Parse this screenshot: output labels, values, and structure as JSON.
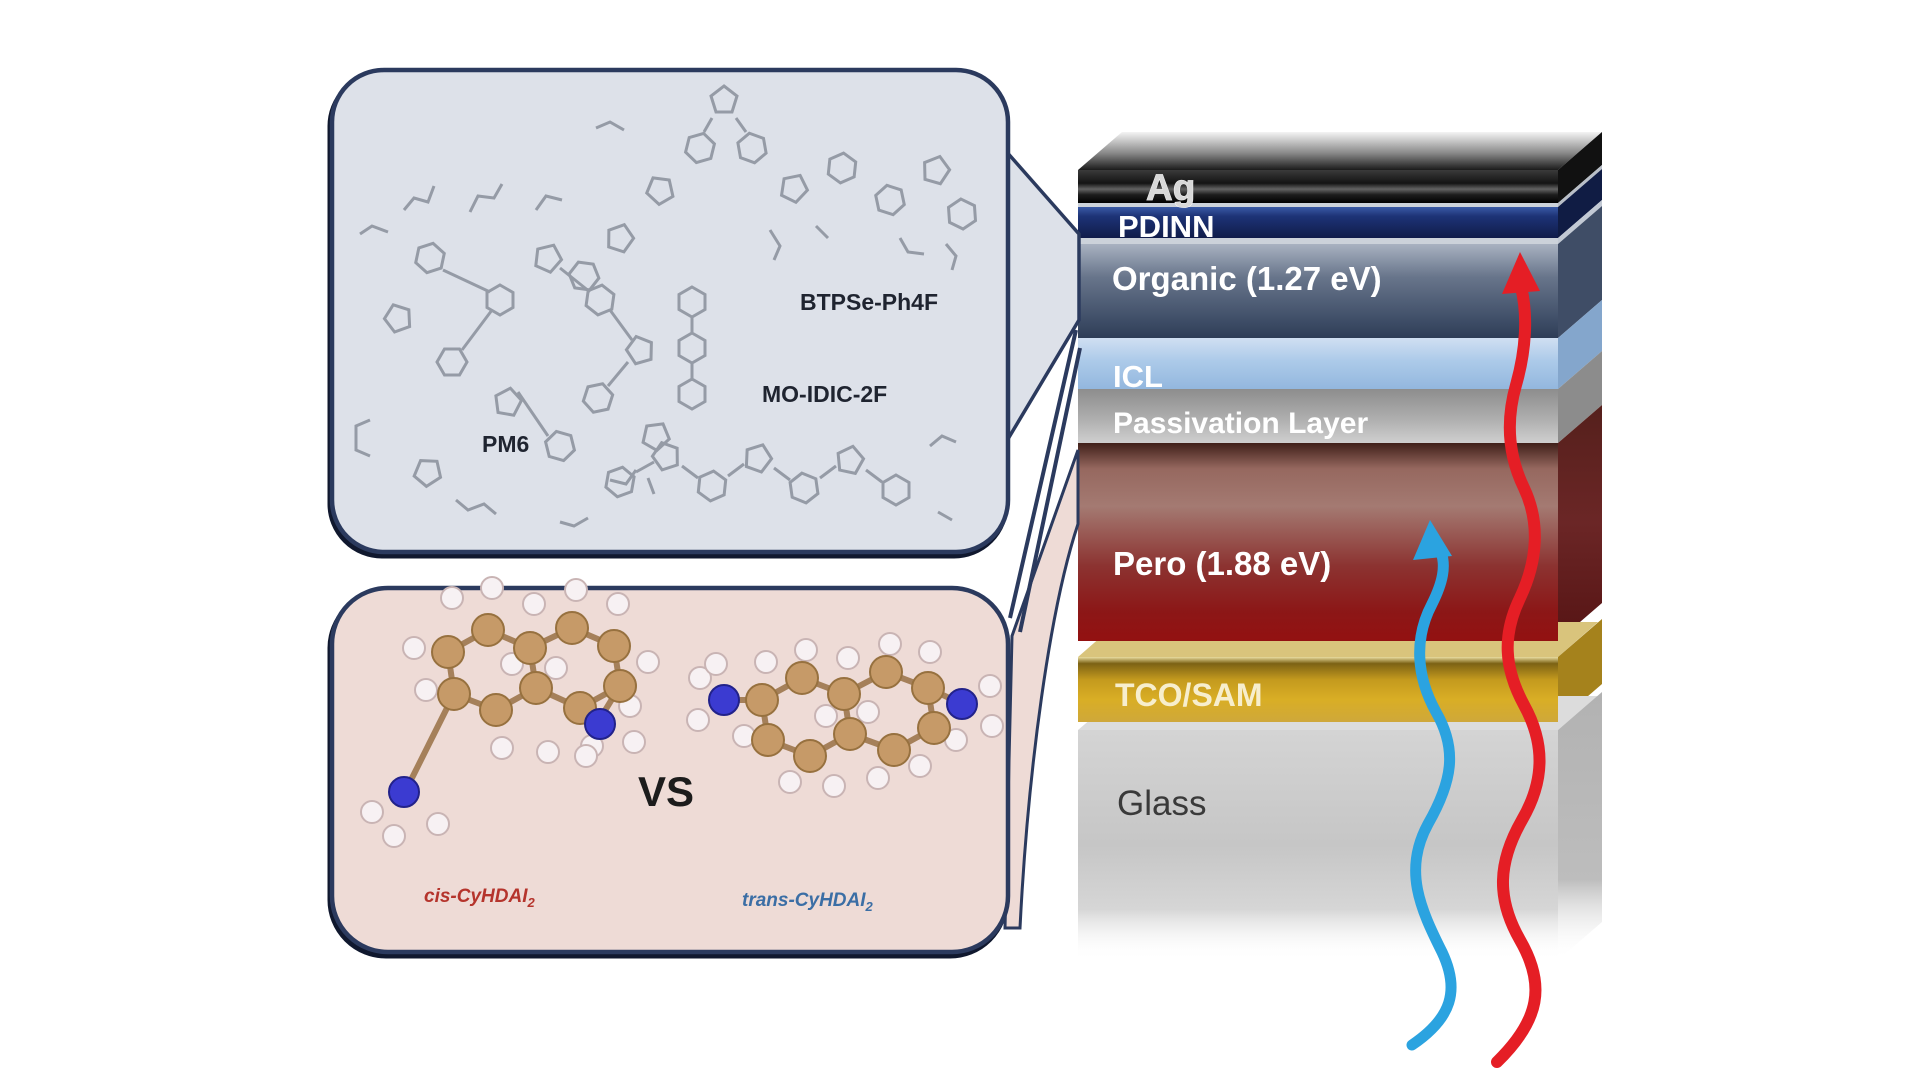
{
  "figure": {
    "type": "tandem-solar-cell-device-schematic",
    "background": "#ffffff"
  },
  "stack": {
    "layers": [
      {
        "id": "ag",
        "label": "Ag",
        "front_color": "#141414",
        "text_color": "#d8d8d8"
      },
      {
        "id": "pdinn",
        "label": "PDINN",
        "front_color": "#16275e",
        "text_color": "#ffffff"
      },
      {
        "id": "organic",
        "label": "Organic  (1.27 eV)",
        "front_color": "#3c4a61",
        "text_color": "#ffffff"
      },
      {
        "id": "icl",
        "label": "ICL",
        "front_color": "#a9c7e8",
        "text_color": "#ffffff"
      },
      {
        "id": "passivation",
        "label": "Passivation Layer",
        "front_color": "#a8a8a8",
        "text_color": "#ffffff"
      },
      {
        "id": "pero",
        "label": "Pero (1.88 eV)",
        "front_color": "#8e1515",
        "text_color": "#ffffff"
      },
      {
        "id": "tco_sam",
        "label": "TCO/SAM",
        "front_color": "#d4a017",
        "text_color": "#f7eecd"
      },
      {
        "id": "glass",
        "label": "Glass",
        "front_color": "#c9c9c9",
        "text_color": "#3a3a3a"
      }
    ]
  },
  "organic_materials_box": {
    "background": "#dde1e9",
    "border": "#2b3a5e",
    "molecule_labels": [
      {
        "name": "PM6"
      },
      {
        "name": "BTPSe-Ph4F"
      },
      {
        "name": "MO-IDIC-2F"
      }
    ]
  },
  "perovskite_additives_box": {
    "background": "#eedbd6",
    "border": "#2b3a5e",
    "versus_label": "VS",
    "molecule_labels": [
      {
        "name": "cis-CyHDAI",
        "subscript": "2",
        "color": "#b5342c"
      },
      {
        "name": "trans-CyHDAI",
        "subscript": "2",
        "color": "#3b6ea5"
      }
    ]
  },
  "arrows": {
    "red_light_color": "#e51e25",
    "blue_light_color": "#2ba3e0"
  }
}
